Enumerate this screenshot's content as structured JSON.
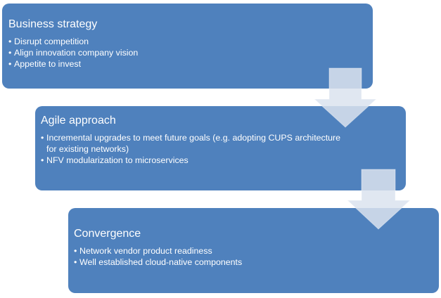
{
  "diagram": {
    "steps": [
      {
        "title": "Business strategy",
        "bullets": [
          "Disrupt competition",
          "Align innovation company vision",
          "Appetite to invest"
        ]
      },
      {
        "title": "Agile approach",
        "bullets": [
          "Incremental upgrades to meet future goals (e.g. adopting CUPS architecture for existing networks)",
          "NFV modularization to microservices"
        ]
      },
      {
        "title": "Convergence",
        "bullets": [
          "Network vendor product readiness",
          "Well established cloud-native components"
        ]
      }
    ],
    "colors": {
      "box_fill": "#4f81bd",
      "arrow_fill": "#dbe3ef",
      "text": "#ffffff"
    }
  }
}
